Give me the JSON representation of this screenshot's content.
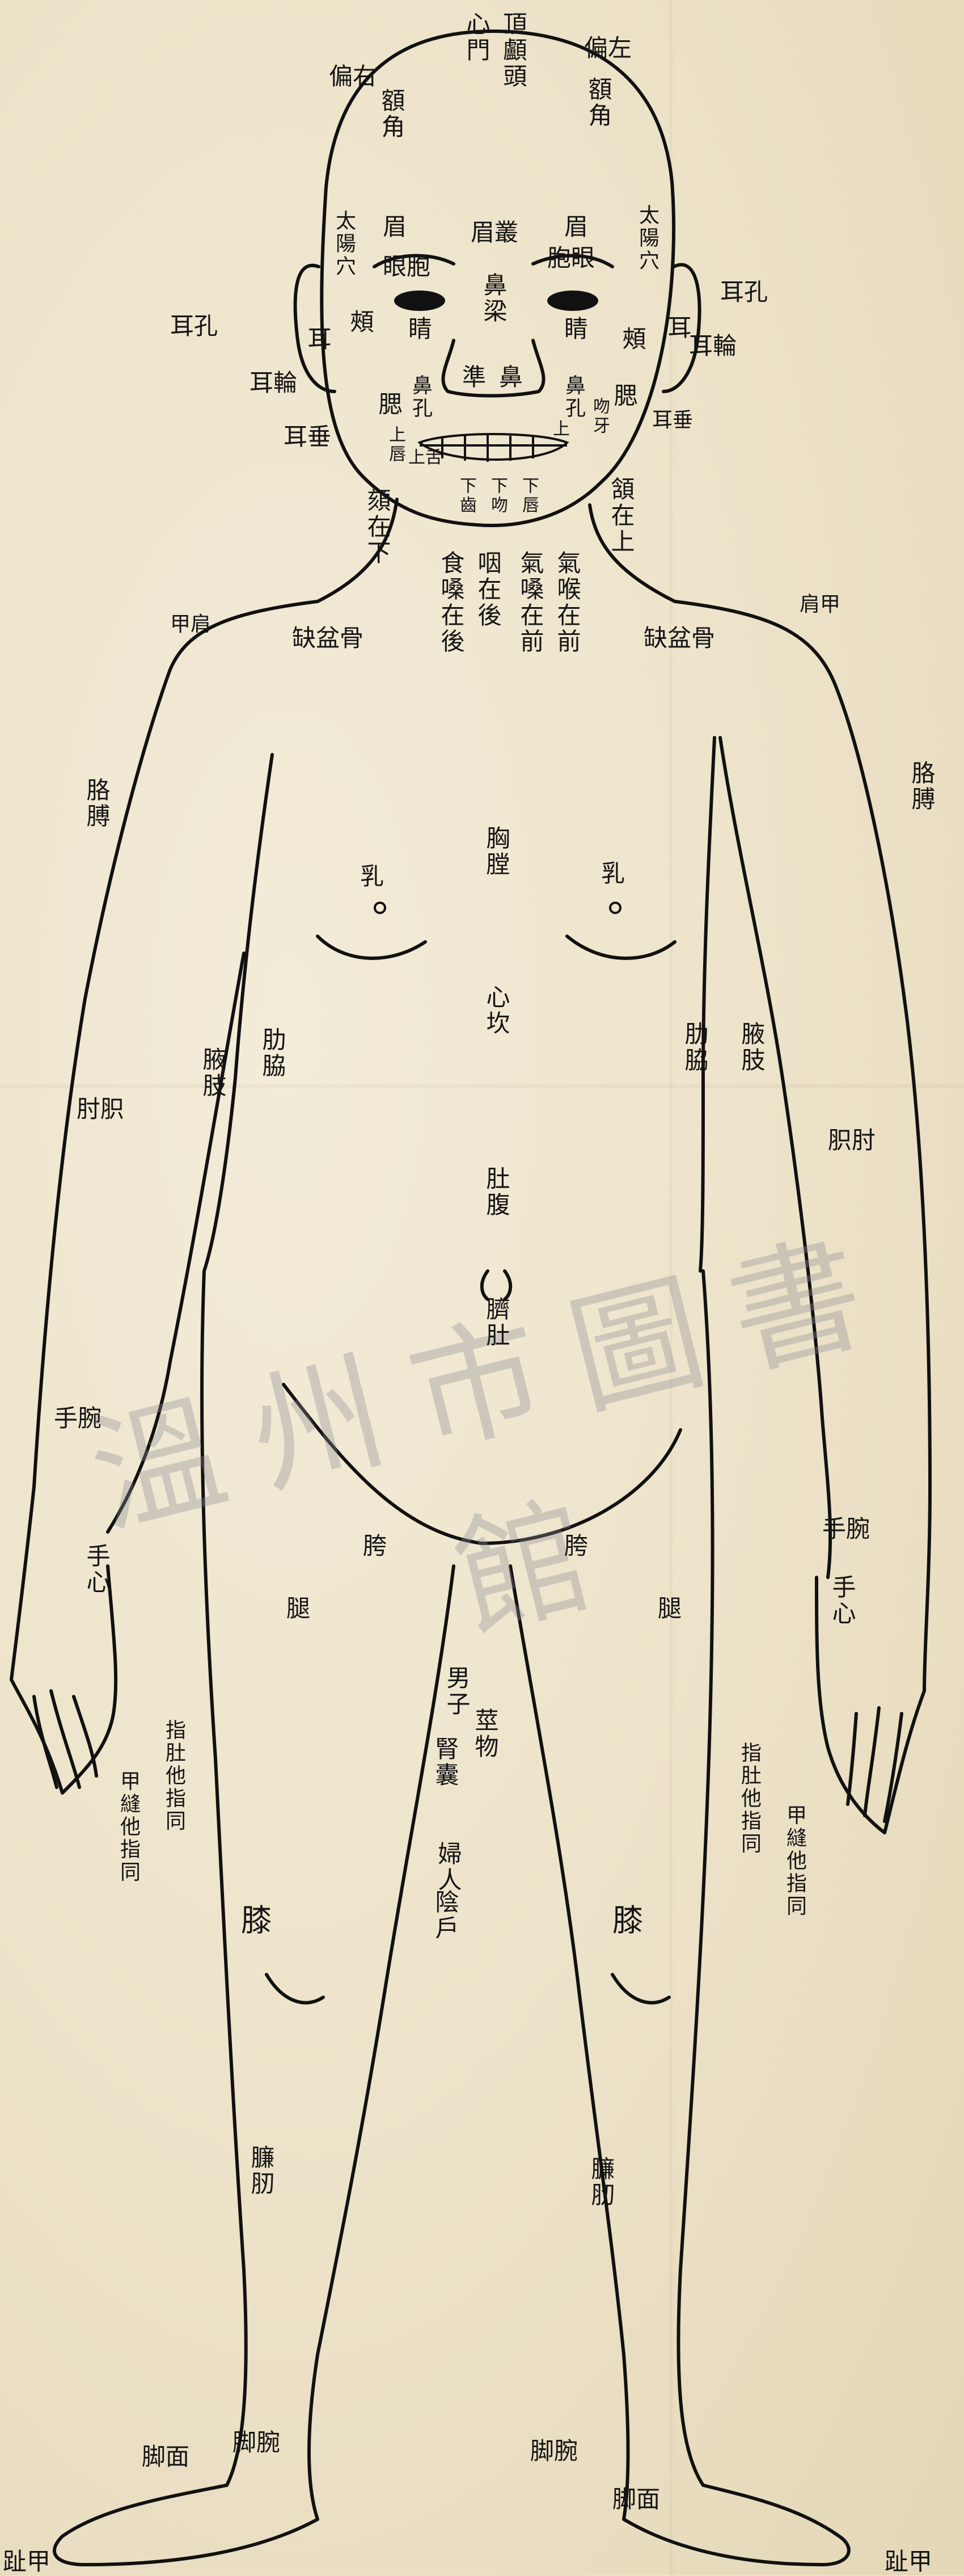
{
  "watermark": "溫州市圖書館",
  "labels": {
    "xinmen": "心門",
    "dingetou": "頂顱頭",
    "pianzuo": "偏左",
    "pianyou": "偏右",
    "ejiao_l": "額角",
    "ejiao_r": "額角",
    "mei_l": "眉",
    "meicong": "眉叢",
    "mei_r": "眉",
    "taiyang_l": "太陽穴",
    "taiyang_r": "太陽穴",
    "yanbao_l": "眼胞",
    "yanbao_r": "胞眼",
    "jing_l": "睛",
    "jing_r": "睛",
    "biliang": "鼻梁",
    "zhun": "準",
    "bi": "鼻",
    "erkong_l": "耳孔",
    "erkong_r": "耳孔",
    "er_l": "耳",
    "er_r": "耳",
    "jia_l": "頰",
    "jia_r": "頰",
    "erlun_l": "耳輪",
    "erlun_r": "耳輪",
    "ercui_l": "耳垂",
    "ercui_r": "耳垂",
    "sai_l": "腮",
    "sai_r": "腮",
    "bikong_l": "鼻孔",
    "bikong_r": "鼻孔",
    "wenya": "吻牙",
    "shangchun_l": "上唇",
    "shang_r": "上",
    "shangshe": "上舌",
    "xiachi": "下齒",
    "xiawen": "下吻",
    "xiachun": "下唇",
    "kezaixia": "頦在下",
    "hanzaishang": "頷在上",
    "yanzaihou": "咽在後",
    "shisangzaihou": "食嗓在後",
    "qihouzaiqian": "氣喉在前",
    "qisangzaiqian": "氣嗓在前",
    "jiajian_l": "甲肩",
    "jiajian_r": "肩甲",
    "quepengu_l": "缺盆骨",
    "quepengu_r": "缺盆骨",
    "gebo_l": "胳膊",
    "gebo_r": "胳膊",
    "xiongtang": "胸膛",
    "ru_l": "乳",
    "ru_r": "乳",
    "xinkan": "心坎",
    "yezhi_l": "腋肢",
    "yezhi_r": "腋肢",
    "leixie_l": "肋脇",
    "leixie_r": "肋脇",
    "zhouyi_l": "肘胑",
    "zhouyi_r": "胑肘",
    "dufu": "肚腹",
    "qidu": "臍肚",
    "shouwan_l": "手腕",
    "shouwan_r": "手腕",
    "shouxin_l": "手心",
    "shouxin_r": "手心",
    "kua_l": "胯",
    "kua_r": "胯",
    "tui_l": "腿",
    "tui_r": "腿",
    "nanzi": "男子",
    "jingwu": "莖物",
    "shennang": "腎囊",
    "furen": "婦人",
    "yinhu": "陰戶",
    "zhidu_l": "指肚他指同",
    "zhidu_r": "指肚他指同",
    "jiafeng_l": "甲縫他指同",
    "jiafeng_r": "甲縫他指同",
    "xi_l": "膝",
    "xi_r": "膝",
    "lianbo_l": "臁肕",
    "lianbo_r": "臁肕",
    "jiaomian_l": "脚面",
    "jiaowan_l": "脚腕",
    "jiaowan_r": "脚腕",
    "jiaomian_r": "脚面",
    "jiazhi_l": "趾甲",
    "jiazhi_r": "趾甲"
  }
}
